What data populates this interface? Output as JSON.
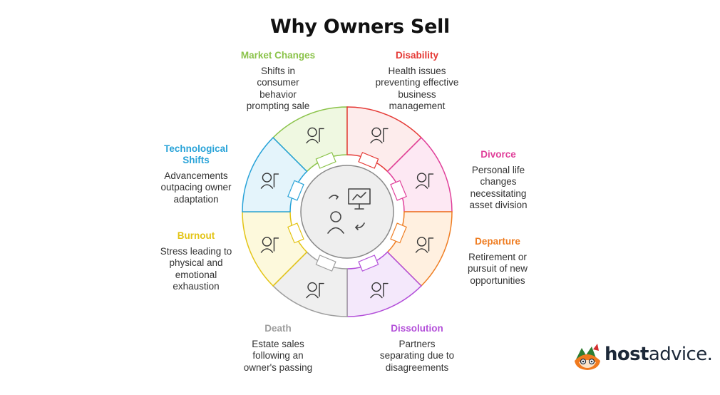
{
  "title": "Why Owners Sell",
  "segments": [
    {
      "label": "Market Changes",
      "description": "Shifts in consumer behavior prompting sale",
      "color": "#8bc34a",
      "fill": "#eff8e1",
      "icon": "dollar-growth-icon"
    },
    {
      "label": "Disability",
      "description": "Health issues preventing effective business management",
      "color": "#e53935",
      "fill": "#fdecec",
      "icon": "person-crutch-icon"
    },
    {
      "label": "Divorce",
      "description": "Personal life changes necessitating asset division",
      "color": "#e0409a",
      "fill": "#fde8f3",
      "icon": "ring-document-icon"
    },
    {
      "label": "Departure",
      "description": "Retirement or pursuit of new opportunities",
      "color": "#ef7d22",
      "fill": "#fff0e0",
      "icon": "stairs-exit-icon"
    },
    {
      "label": "Dissolution",
      "description": "Partners separating due to disagreements",
      "color": "#b34fd9",
      "fill": "#f4e8fb",
      "icon": "split-partners-icon"
    },
    {
      "label": "Death",
      "description": "Estate sales following an owner's passing",
      "color": "#9e9e9e",
      "fill": "#efefef",
      "icon": "will-skull-icon"
    },
    {
      "label": "Burnout",
      "description": "Stress leading to physical and emotional exhaustion",
      "color": "#e3c415",
      "fill": "#fdf9dc",
      "icon": "tired-worker-icon"
    },
    {
      "label": "Technological Shifts",
      "description": "Advancements outpacing owner adaptation",
      "color": "#29a3d8",
      "fill": "#e4f4fb",
      "icon": "gauge-icon"
    }
  ],
  "center_icon": "owner-presentation-icon",
  "logo": {
    "bold": "host",
    "rest": "advice."
  }
}
